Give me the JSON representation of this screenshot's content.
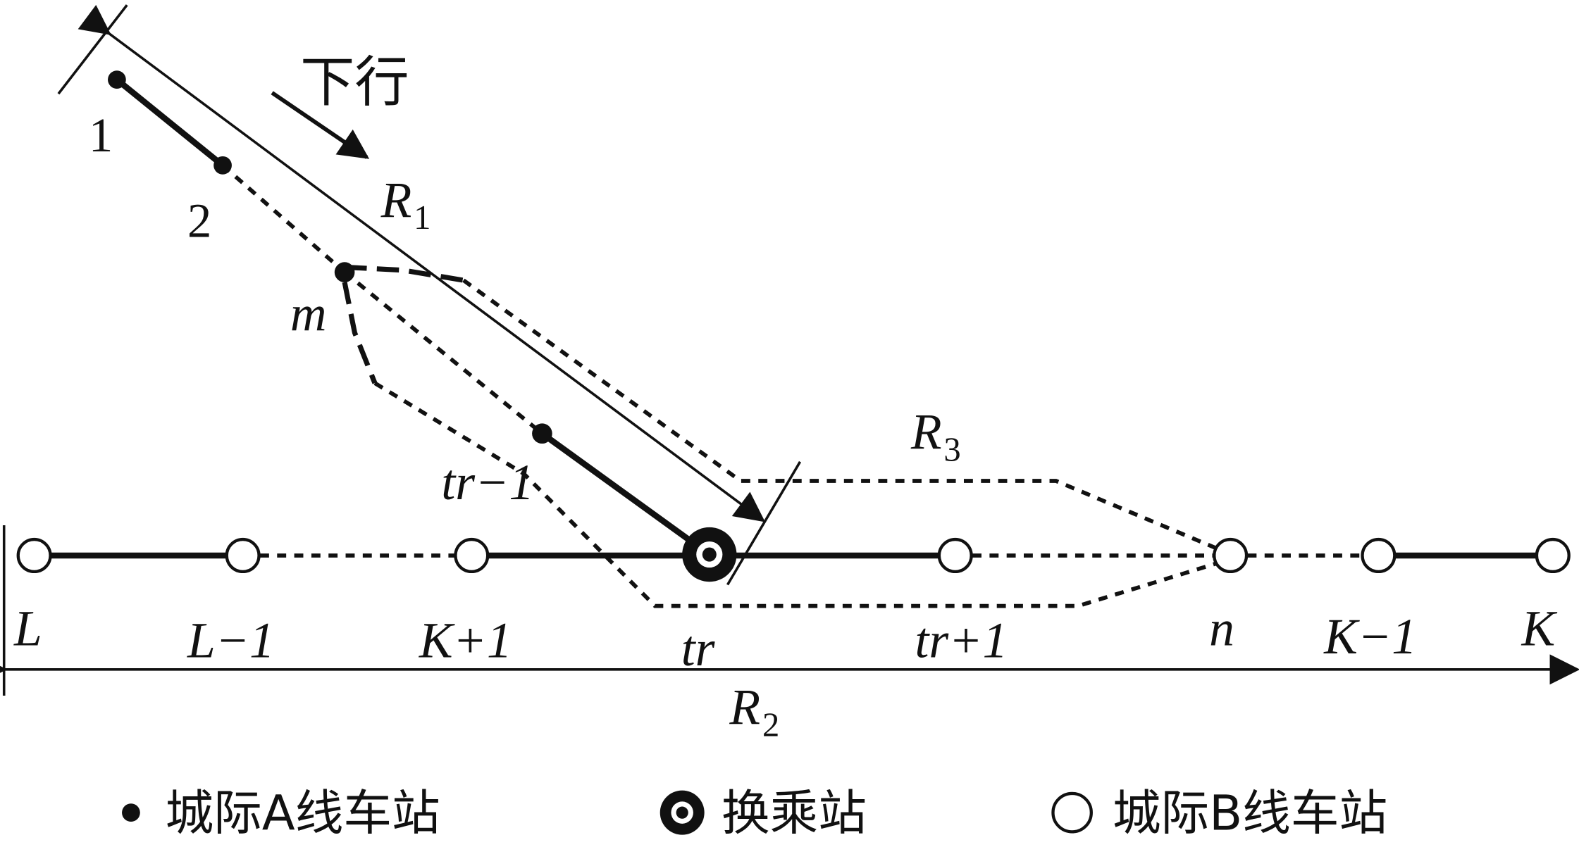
{
  "direction_label": "下行",
  "line_a_stations": [
    "1",
    "2",
    "m",
    "tr−1"
  ],
  "line_b_stations": [
    "L",
    "L−1",
    "K+1",
    "tr",
    "tr+1",
    "n",
    "K−1",
    "K"
  ],
  "routes": [
    {
      "letter": "R",
      "sub": "1"
    },
    {
      "letter": "R",
      "sub": "2"
    },
    {
      "letter": "R",
      "sub": "3"
    }
  ],
  "legend": [
    {
      "icon": "small-black-dot-icon",
      "label": "城际A线车站"
    },
    {
      "icon": "transfer-station-icon",
      "label": "换乘站"
    },
    {
      "icon": "hollow-circle-icon",
      "label": "城际B线车站"
    }
  ]
}
